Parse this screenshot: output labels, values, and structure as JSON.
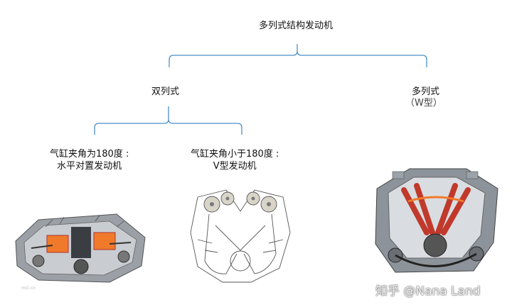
{
  "root": {
    "title": "多列式结构发动机"
  },
  "branches": {
    "double": {
      "title": "双列式",
      "children": [
        {
          "line1": "气缸夹角为180度 :",
          "line2": "水平对置发动机"
        },
        {
          "line1": "气缸夹角小于180度 :",
          "line2": "V型发动机"
        }
      ]
    },
    "multi": {
      "title": "多列式",
      "subtitle": "（W型）"
    }
  },
  "colors": {
    "bracket": "#4a90c8",
    "engine_red": "#c0392b",
    "engine_orange": "#f07a2a",
    "metal": "#8a8f96"
  },
  "icons": [
    "boxer-engine-image",
    "v-engine-line-drawing",
    "w-engine-image"
  ],
  "watermark": {
    "text": "知乎 @Nana Land",
    "small": "mcl.cn"
  }
}
